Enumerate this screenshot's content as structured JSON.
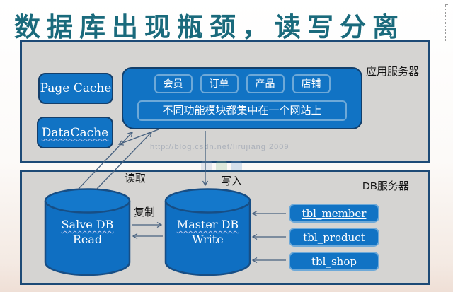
{
  "title": "数据库出现瓶颈，读写分离",
  "app_server": {
    "label": "应用服务器",
    "page_cache": "Page Cache",
    "data_cache": "DataCache",
    "website_box": {
      "tabs": [
        "会员",
        "订单",
        "产品",
        "店铺"
      ],
      "caption": "不同功能模块都集中在一个网站上"
    }
  },
  "db_server": {
    "label": "DB服务器",
    "slave_db": {
      "line1": "Salve DB",
      "line2": "Read"
    },
    "master_db": {
      "line1": "Master DB",
      "line2": "Write"
    },
    "tables": [
      "tbl_member",
      "tbl_product",
      "tbl_shop"
    ]
  },
  "flows": {
    "read": "读取",
    "write": "写入",
    "replicate": "复制"
  },
  "watermark": {
    "url_text": "http://blog.csdn.net/lirujiang 2009"
  },
  "colors": {
    "title_teal": "#1a6a7c",
    "box_blue": "#1173c4",
    "box_border_navy": "#143f6b",
    "panel_border_navy": "#1d4a76",
    "panel_gray": "#d5d4d2",
    "light_blue_border": "#6ea9d8",
    "arrow": "#47617f"
  }
}
